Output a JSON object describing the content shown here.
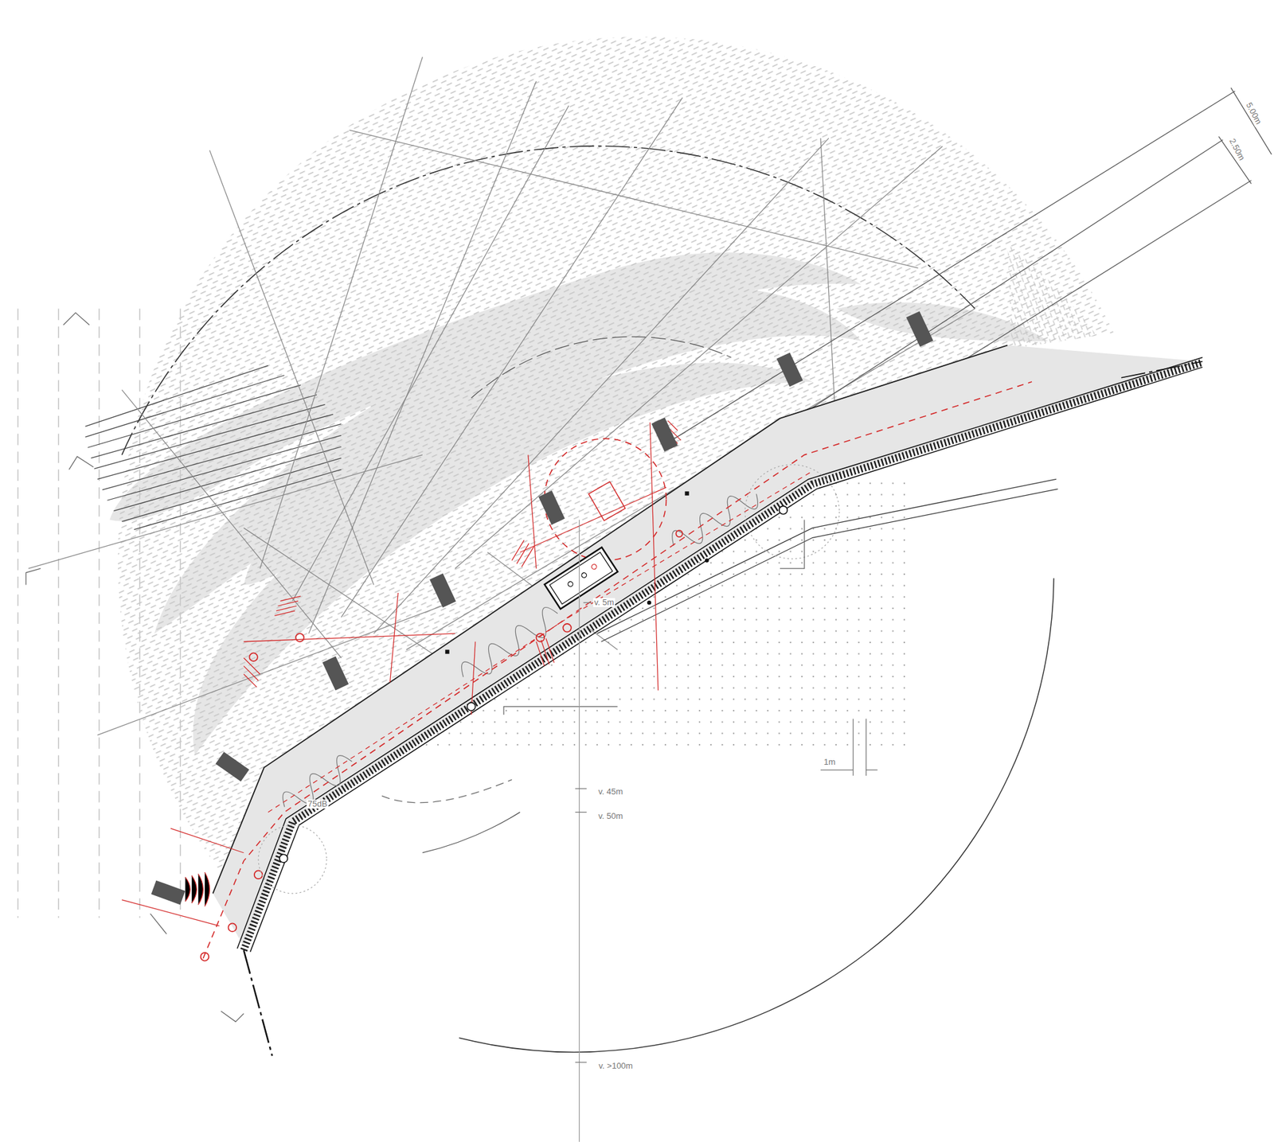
{
  "diagram": {
    "labels": [
      "5.00m",
      "2.50m",
      "v. 5m",
      "v. 45m",
      "v. 50m",
      "v. >100m",
      "1m",
      "75dB"
    ]
  }
}
